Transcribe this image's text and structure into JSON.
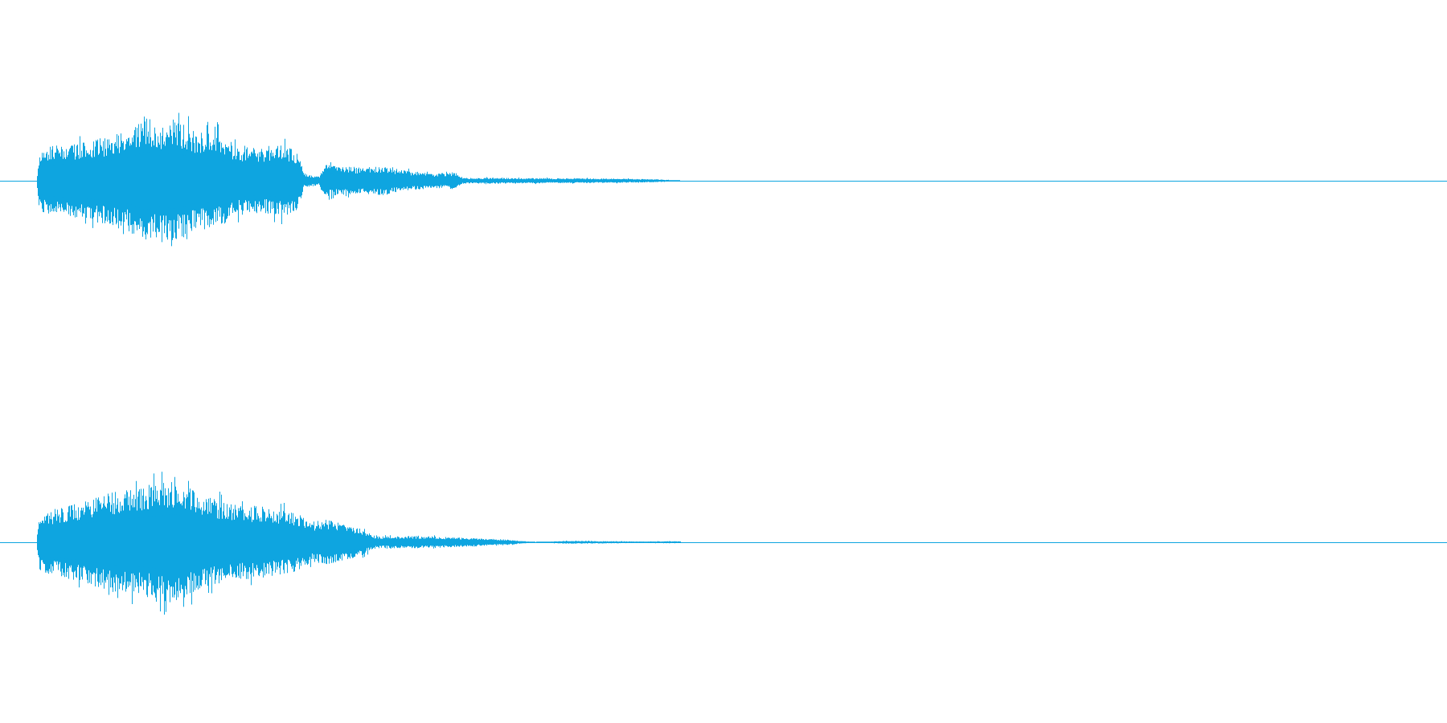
{
  "colors": {
    "background": "#ffffff",
    "waveform": "#0ea5e0",
    "baseline": "#0ea5e0"
  },
  "waveform": {
    "channel_count": 2,
    "active_fraction_start": 0.025,
    "active_fraction_end": 0.47,
    "channels": [
      {
        "name": "channel-1",
        "envelope": [
          [
            0.0,
            0.0
          ],
          [
            0.002,
            0.42
          ],
          [
            0.01,
            0.48
          ],
          [
            0.03,
            0.52
          ],
          [
            0.05,
            0.62
          ],
          [
            0.065,
            0.72
          ],
          [
            0.075,
            0.9
          ],
          [
            0.085,
            0.78
          ],
          [
            0.095,
            0.86
          ],
          [
            0.11,
            0.68
          ],
          [
            0.125,
            0.66
          ],
          [
            0.14,
            0.48
          ],
          [
            0.155,
            0.45
          ],
          [
            0.17,
            0.5
          ],
          [
            0.18,
            0.42
          ],
          [
            0.185,
            0.1
          ],
          [
            0.195,
            0.06
          ],
          [
            0.2,
            0.22
          ],
          [
            0.22,
            0.18
          ],
          [
            0.24,
            0.2
          ],
          [
            0.255,
            0.14
          ],
          [
            0.275,
            0.1
          ],
          [
            0.29,
            0.12
          ],
          [
            0.295,
            0.04
          ],
          [
            0.32,
            0.04
          ],
          [
            0.36,
            0.035
          ],
          [
            0.4,
            0.03
          ],
          [
            0.43,
            0.02
          ],
          [
            0.445,
            0.0
          ],
          [
            0.46,
            0.015
          ],
          [
            0.47,
            0.0
          ]
        ]
      },
      {
        "name": "channel-2",
        "envelope": [
          [
            0.0,
            0.0
          ],
          [
            0.002,
            0.4
          ],
          [
            0.01,
            0.45
          ],
          [
            0.03,
            0.55
          ],
          [
            0.05,
            0.7
          ],
          [
            0.065,
            0.72
          ],
          [
            0.08,
            0.78
          ],
          [
            0.095,
            0.86
          ],
          [
            0.11,
            0.7
          ],
          [
            0.125,
            0.58
          ],
          [
            0.14,
            0.52
          ],
          [
            0.155,
            0.5
          ],
          [
            0.17,
            0.44
          ],
          [
            0.18,
            0.4
          ],
          [
            0.19,
            0.28
          ],
          [
            0.2,
            0.32
          ],
          [
            0.215,
            0.24
          ],
          [
            0.225,
            0.18
          ],
          [
            0.235,
            0.08
          ],
          [
            0.25,
            0.09
          ],
          [
            0.275,
            0.08
          ],
          [
            0.3,
            0.06
          ],
          [
            0.325,
            0.04
          ],
          [
            0.345,
            0.0
          ],
          [
            0.365,
            0.02
          ],
          [
            0.4,
            0.015
          ],
          [
            0.42,
            0.01
          ],
          [
            0.44,
            0.015
          ],
          [
            0.47,
            0.0
          ]
        ]
      }
    ]
  }
}
